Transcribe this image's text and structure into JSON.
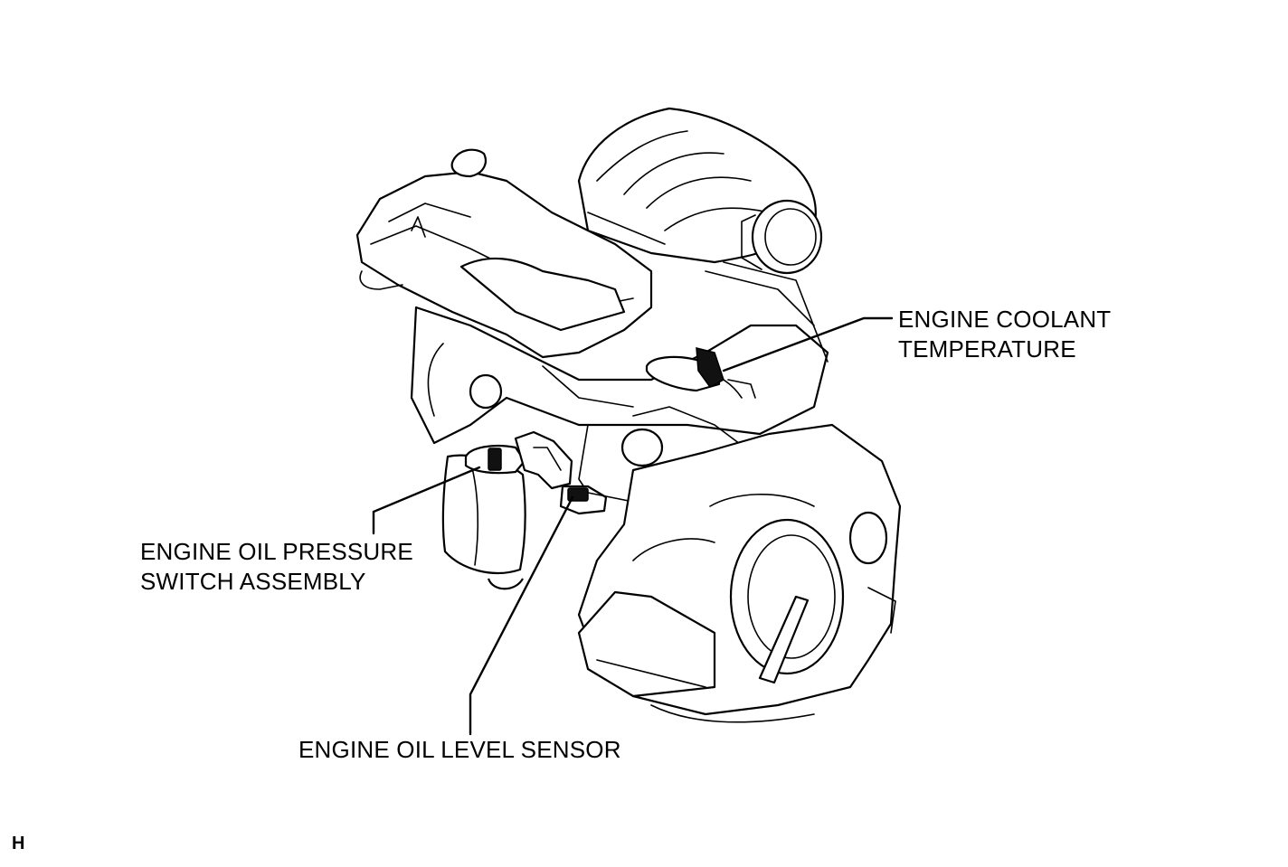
{
  "labels": {
    "coolant": {
      "line1": "ENGINE COOLANT",
      "line2": "TEMPERATURE"
    },
    "oil_pressure": {
      "line1": "ENGINE OIL PRESSURE",
      "line2": "SWITCH ASSEMBLY"
    },
    "oil_level": {
      "line1": "ENGINE OIL LEVEL SENSOR"
    }
  },
  "figure_code": "H"
}
